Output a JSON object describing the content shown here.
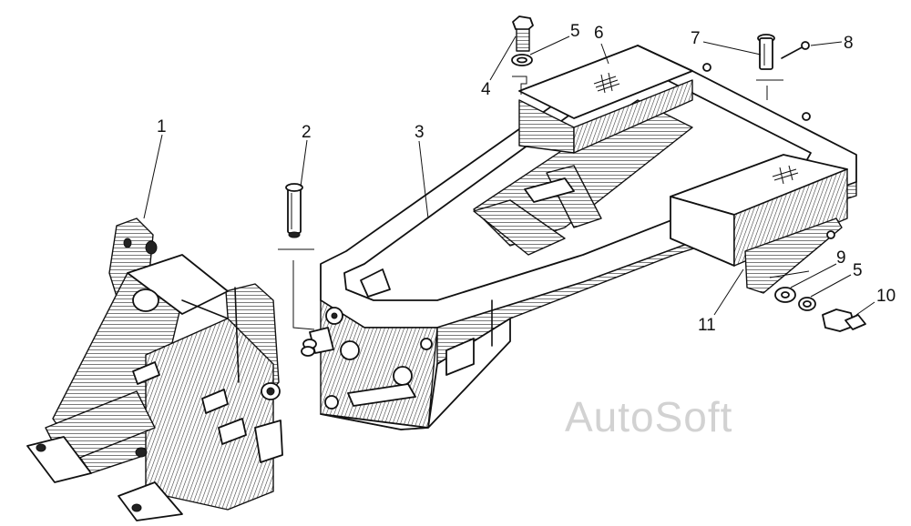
{
  "callouts": {
    "c1": "1",
    "c2": "2",
    "c3": "3",
    "c4": "4",
    "c5a": "5",
    "c6": "6",
    "c7": "7",
    "c8": "8",
    "c9": "9",
    "c5b": "5",
    "c10": "10",
    "c11": "11"
  },
  "watermark": "AutoSoft"
}
